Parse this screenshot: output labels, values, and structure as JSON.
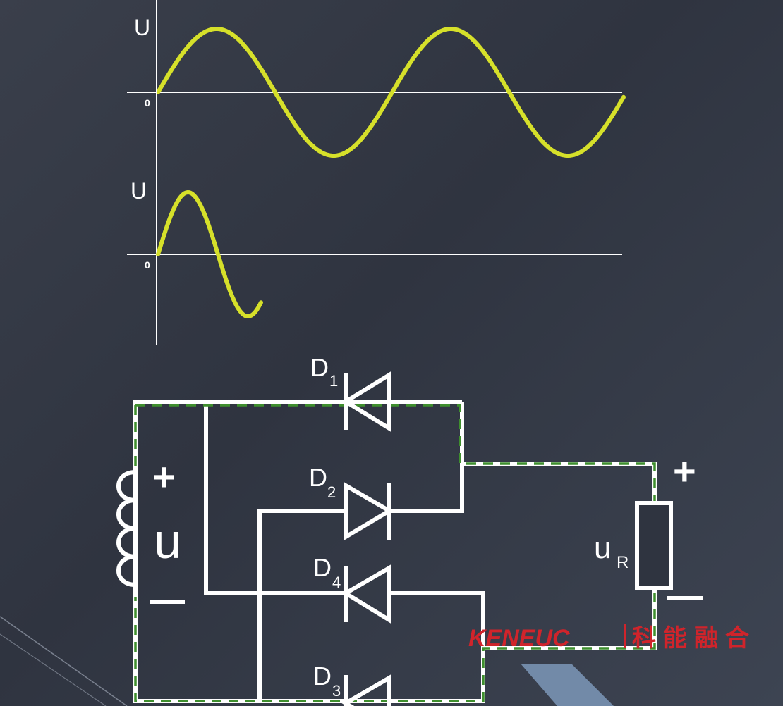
{
  "graphs": {
    "top": {
      "y_label": "U",
      "origin_label": "0"
    },
    "bottom": {
      "y_label": "U",
      "origin_label": "0"
    }
  },
  "circuit": {
    "diodes": {
      "d1": {
        "letter": "D",
        "index": "1"
      },
      "d2": {
        "letter": "D",
        "index": "2"
      },
      "d4": {
        "letter": "D",
        "index": "4"
      },
      "d3": {
        "letter": "D",
        "index": "3"
      }
    },
    "source": {
      "plus": "+",
      "label": "u",
      "minus": "—"
    },
    "load": {
      "label": "u",
      "subscript": "R",
      "plus": "+",
      "minus": "—"
    }
  },
  "watermark": {
    "en": "KENEUC",
    "cn": "科能融合"
  },
  "colors": {
    "wave": "#d6e02a",
    "path_dash": "#3f8f2e",
    "brand": "#d0242b",
    "wire": "#ffffff"
  }
}
